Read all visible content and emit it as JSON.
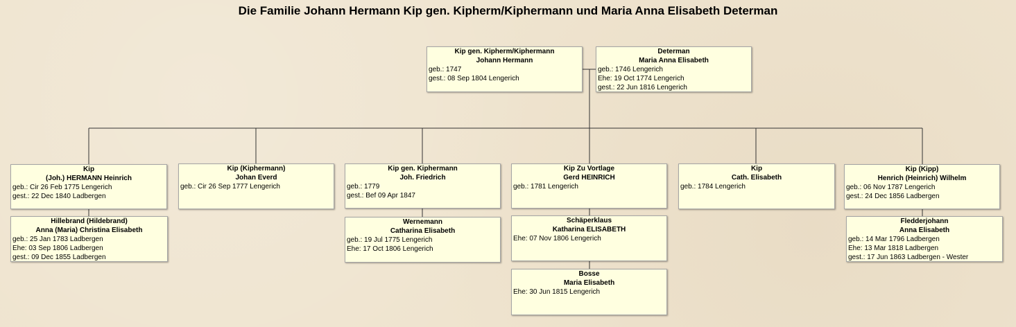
{
  "title": "Die Familie Johann Hermann Kip gen. Kipherm/Kiphermann und Maria Anna Elisabeth Determan",
  "persons": {
    "father": {
      "surname": "Kip gen. Kipherm/Kiphermann",
      "given": "Johann Hermann",
      "facts": [
        "geb.: 1747",
        "gest.: 08 Sep 1804 Lengerich"
      ]
    },
    "mother": {
      "surname": "Determan",
      "given": "Maria Anna Elisabeth",
      "facts": [
        "geb.: 1746 Lengerich",
        "Ehe: 19 Oct 1774 Lengerich",
        "gest.: 22 Jun 1816 Lengerich"
      ]
    },
    "c1": {
      "surname": "Kip",
      "given": "(Joh.) HERMANN Heinrich",
      "facts": [
        "geb.: Cir 26 Feb 1775 Lengerich",
        "gest.: 22 Dec 1840 Ladbergen"
      ]
    },
    "c1s": {
      "surname": "Hillebrand (Hildebrand)",
      "given": "Anna (Maria) Christina Elisabeth",
      "facts": [
        "geb.: 25 Jan 1783 Ladbergen",
        "Ehe: 03 Sep 1806 Ladbergen",
        "gest.: 09 Dec 1855 Ladbergen"
      ]
    },
    "c2": {
      "surname": "Kip (Kiphermann)",
      "given": "Johan Everd",
      "facts": [
        "geb.: Cir 26 Sep 1777 Lengerich"
      ]
    },
    "c3": {
      "surname": "Kip gen. Kiphermann",
      "given": "Joh. Friedrich",
      "facts": [
        "geb.: 1779",
        "gest.: Bef 09 Apr 1847"
      ]
    },
    "c3s": {
      "surname": "Wernemann",
      "given": "Catharina Elisabeth",
      "facts": [
        "geb.: 19 Jul 1775 Lengerich",
        "Ehe: 17 Oct 1806 Lengerich"
      ]
    },
    "c4": {
      "surname": "Kip Zu Vortlage",
      "given": "Gerd HEINRICH",
      "facts": [
        "geb.: 1781 Lengerich"
      ]
    },
    "c4s1": {
      "surname": "Schäperklaus",
      "given": "Katharina ELISABETH",
      "facts": [
        "Ehe: 07 Nov 1806 Lengerich"
      ]
    },
    "c4s2": {
      "surname": "Bosse",
      "given": "Maria Elisabeth",
      "facts": [
        "Ehe: 30 Jun 1815 Lengerich"
      ]
    },
    "c5": {
      "surname": "Kip",
      "given": "Cath. Elisabeth",
      "facts": [
        "geb.: 1784 Lengerich"
      ]
    },
    "c6": {
      "surname": "Kip (Kipp)",
      "given": "Henrich (Heinrich) Wilhelm",
      "facts": [
        "geb.: 06 Nov 1787 Lengerich",
        "gest.: 24 Dec 1856 Ladbergen"
      ]
    },
    "c6s": {
      "surname": "Fledderjohann",
      "given": "Anna Elisabeth",
      "facts": [
        "geb.: 14 Mar 1796 Ladbergen",
        "Ehe: 13 Mar 1818 Ladbergen",
        "gest.: 17 Jun 1863 Ladbergen - Wester"
      ]
    }
  }
}
